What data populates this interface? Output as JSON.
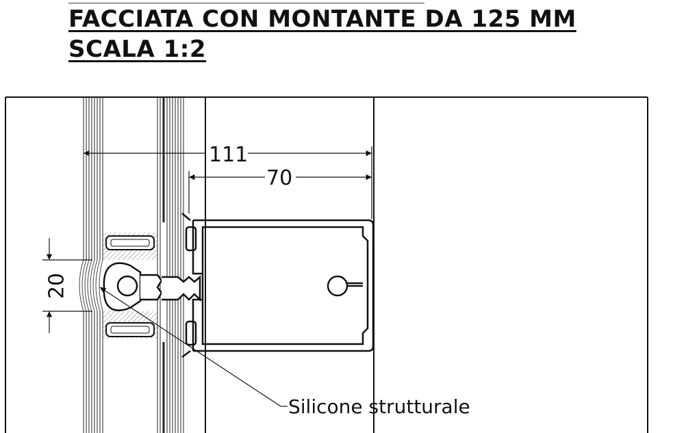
{
  "title": {
    "line1": "FACCIATA CON MONTANTE DA 125 MM",
    "line2": "SCALA 1:2"
  },
  "dimensions": {
    "d111": "111",
    "d70": "70",
    "d20": "20"
  },
  "annotation": {
    "silicone": "Silicone strutturale"
  }
}
